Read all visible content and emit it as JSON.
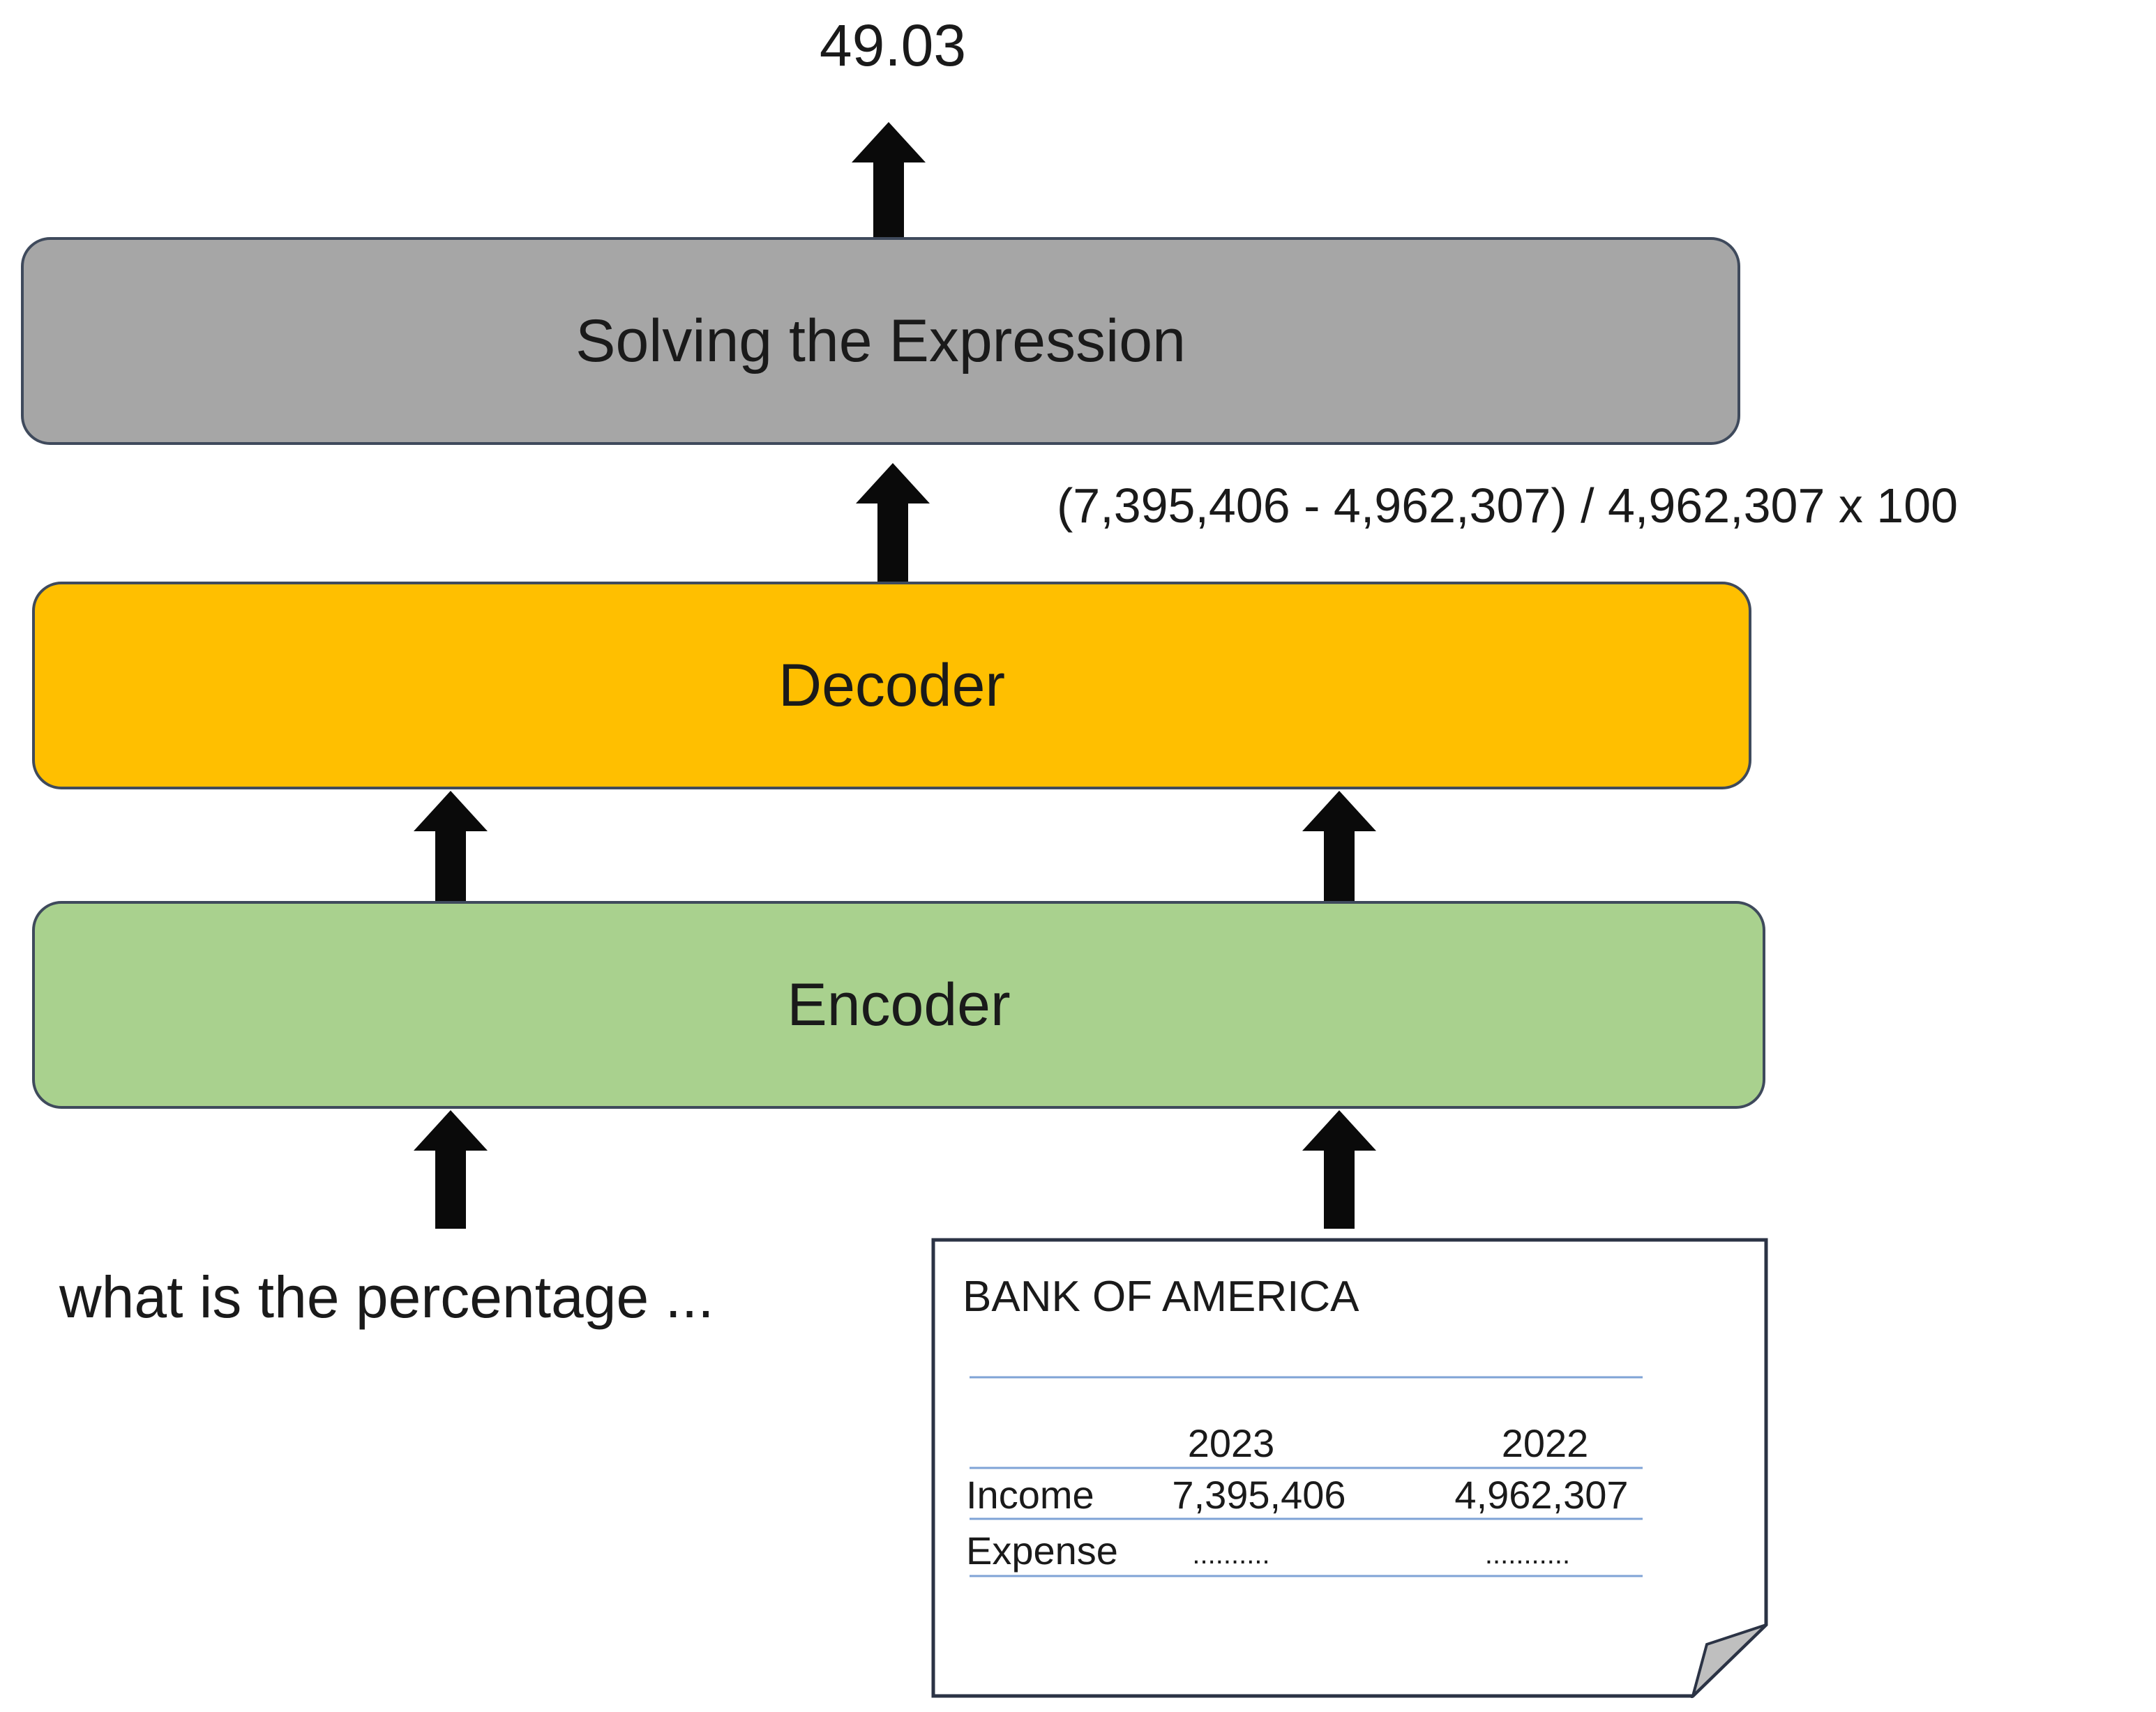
{
  "output": {
    "value": "49.03"
  },
  "expression": {
    "text": "(7,395,406  -  4,962,307) / 4,962,307  x  100"
  },
  "blocks": {
    "solve": {
      "label": "Solving the Expression",
      "color": "#a6a6a6"
    },
    "decoder": {
      "label": "Decoder",
      "color": "#ffbf00"
    },
    "encoder": {
      "label": "Encoder",
      "color": "#a9d18e"
    }
  },
  "inputs": {
    "question": "what is the percentage  ...",
    "document": {
      "title": "BANK OF AMERICA",
      "years": [
        "2023",
        "2022"
      ],
      "rows": [
        {
          "label": "Income",
          "values": [
            "7,395,406",
            "4,962,307"
          ]
        },
        {
          "label": "Expense",
          "values": [
            "..........",
            "..........."
          ]
        }
      ]
    }
  }
}
